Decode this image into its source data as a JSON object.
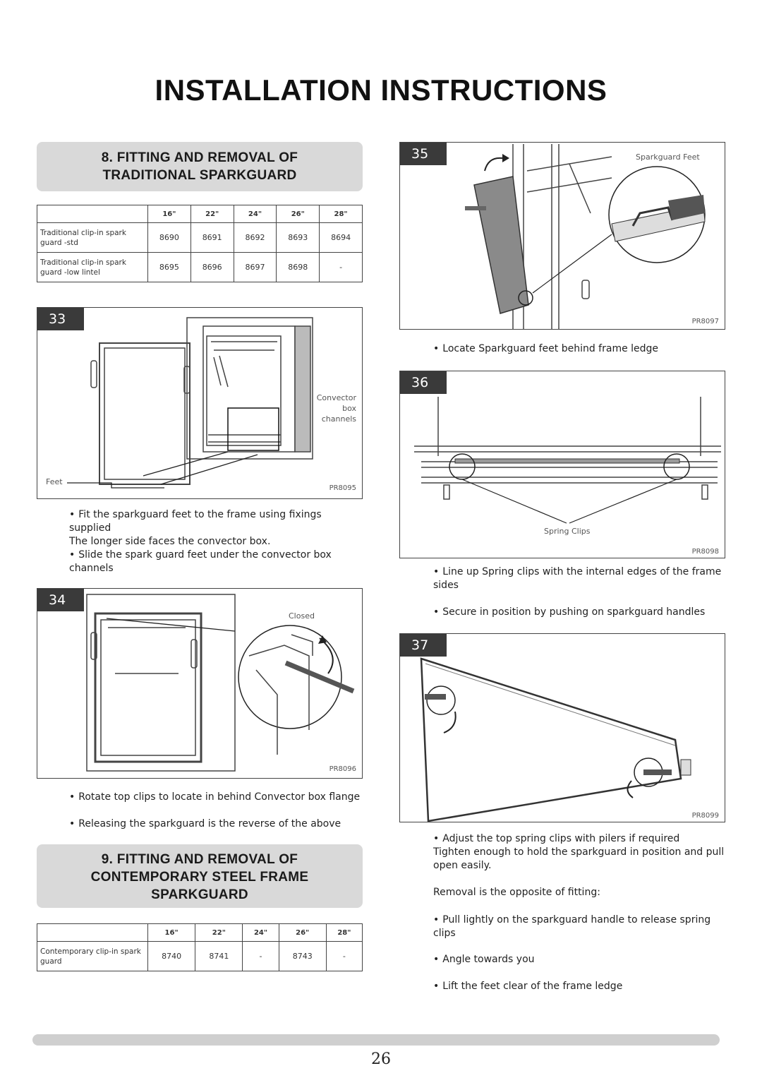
{
  "title": "INSTALLATION INSTRUCTIONS",
  "section8": {
    "line1": "8. FITTING AND REMOVAL OF",
    "line2": "TRADITIONAL SPARKGUARD",
    "table": {
      "headers": [
        "",
        "16\"",
        "22\"",
        "24\"",
        "26\"",
        "28\""
      ],
      "rows": [
        {
          "label": "Traditional clip-in spark guard -std",
          "values": [
            "8690",
            "8691",
            "8692",
            "8693",
            "8694"
          ]
        },
        {
          "label": "Traditional clip-in spark guard -low lintel",
          "values": [
            "8695",
            "8696",
            "8697",
            "8698",
            "-"
          ]
        }
      ]
    }
  },
  "fig33": {
    "num": "33",
    "convector_label_1": "Convector",
    "convector_label_2": "box",
    "convector_label_3": "channels",
    "feet_label": "Feet",
    "ref": "PR8095",
    "bullet1_line1": "Fit the sparkguard feet to the frame using fixings supplied",
    "bullet1_line2": "The longer side faces the convector box.",
    "bullet2_line1": "Slide the spark guard feet under the convector box",
    "bullet2_line2": "channels"
  },
  "fig34": {
    "num": "34",
    "closed_label": "Closed",
    "ref": "PR8096",
    "bullet1": "Rotate top clips to locate in behind Convector box flange",
    "bullet2": "Releasing the sparkguard is the reverse of the above"
  },
  "section9": {
    "line1": "9. FITTING AND REMOVAL OF",
    "line2": "CONTEMPORARY STEEL FRAME",
    "line3": "SPARKGUARD",
    "table": {
      "headers": [
        "",
        "16\"",
        "22\"",
        "24\"",
        "26\"",
        "28\""
      ],
      "rows": [
        {
          "label": "Contemporary clip-in spark guard",
          "values": [
            "8740",
            "8741",
            "-",
            "8743",
            "-"
          ]
        }
      ]
    }
  },
  "fig35": {
    "num": "35",
    "feet_label": "Sparkguard Feet",
    "ref": "PR8097",
    "bullet1": "Locate Sparkguard feet behind frame ledge"
  },
  "fig36": {
    "num": "36",
    "clips_label": "Spring Clips",
    "ref": "PR8098",
    "bullet1_line1": "Line up Spring clips with the internal edges of the frame",
    "bullet1_line2": "sides",
    "bullet2": "Secure in position by pushing on sparkguard handles"
  },
  "fig37": {
    "num": "37",
    "ref": "PR8099",
    "bullet1": "Adjust the top spring clips with pilers if required",
    "text1_line1": "Tighten enough to hold the sparkguard in position and pull",
    "text1_line2": "open easily.",
    "text2": "Removal is the opposite of fitting:",
    "bullet2_line1": "Pull lightly on the sparkguard handle to release spring",
    "bullet2_line2": "clips",
    "bullet3": "Angle towards you",
    "bullet4": "Lift the feet clear of the frame ledge"
  },
  "page_number": "26"
}
